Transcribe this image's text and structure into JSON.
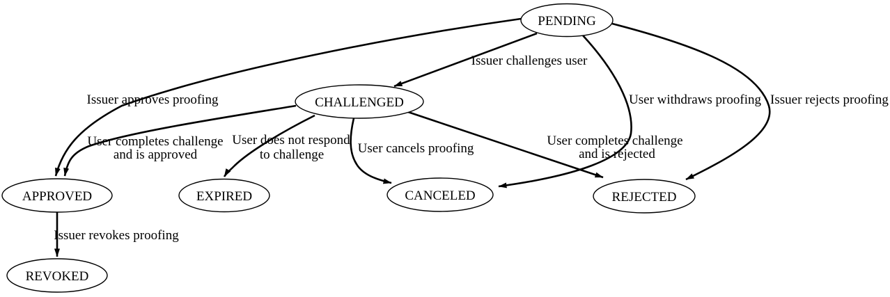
{
  "colors": {
    "background": "#ffffff",
    "node_fill": "#ffffff",
    "stroke": "#000000",
    "text": "#000000"
  },
  "diagram": {
    "type": "state-diagram",
    "nodes": [
      {
        "id": "pending",
        "label": "PENDING"
      },
      {
        "id": "challenged",
        "label": "CHALLENGED"
      },
      {
        "id": "approved",
        "label": "APPROVED"
      },
      {
        "id": "expired",
        "label": "EXPIRED"
      },
      {
        "id": "canceled",
        "label": "CANCELED"
      },
      {
        "id": "rejected",
        "label": "REJECTED"
      },
      {
        "id": "revoked",
        "label": "REVOKED"
      }
    ],
    "edges": [
      {
        "from": "PENDING",
        "to": "CHALLENGED",
        "label_lines": [
          "Issuer challenges user"
        ]
      },
      {
        "from": "PENDING",
        "to": "APPROVED",
        "label_lines": [
          "Issuer approves proofing"
        ]
      },
      {
        "from": "PENDING",
        "to": "CANCELED",
        "label_lines": [
          "User withdraws proofing"
        ]
      },
      {
        "from": "PENDING",
        "to": "REJECTED",
        "label_lines": [
          "Issuer rejects proofing"
        ]
      },
      {
        "from": "CHALLENGED",
        "to": "APPROVED",
        "label_lines": [
          "User completes challenge",
          "and is approved"
        ]
      },
      {
        "from": "CHALLENGED",
        "to": "EXPIRED",
        "label_lines": [
          "User does not respond",
          "to challenge"
        ]
      },
      {
        "from": "CHALLENGED",
        "to": "CANCELED",
        "label_lines": [
          "User cancels proofing"
        ]
      },
      {
        "from": "CHALLENGED",
        "to": "REJECTED",
        "label_lines": [
          "User completes challenge",
          "and is rejected"
        ]
      },
      {
        "from": "APPROVED",
        "to": "REVOKED",
        "label_lines": [
          "Issuer revokes proofing"
        ]
      }
    ]
  }
}
